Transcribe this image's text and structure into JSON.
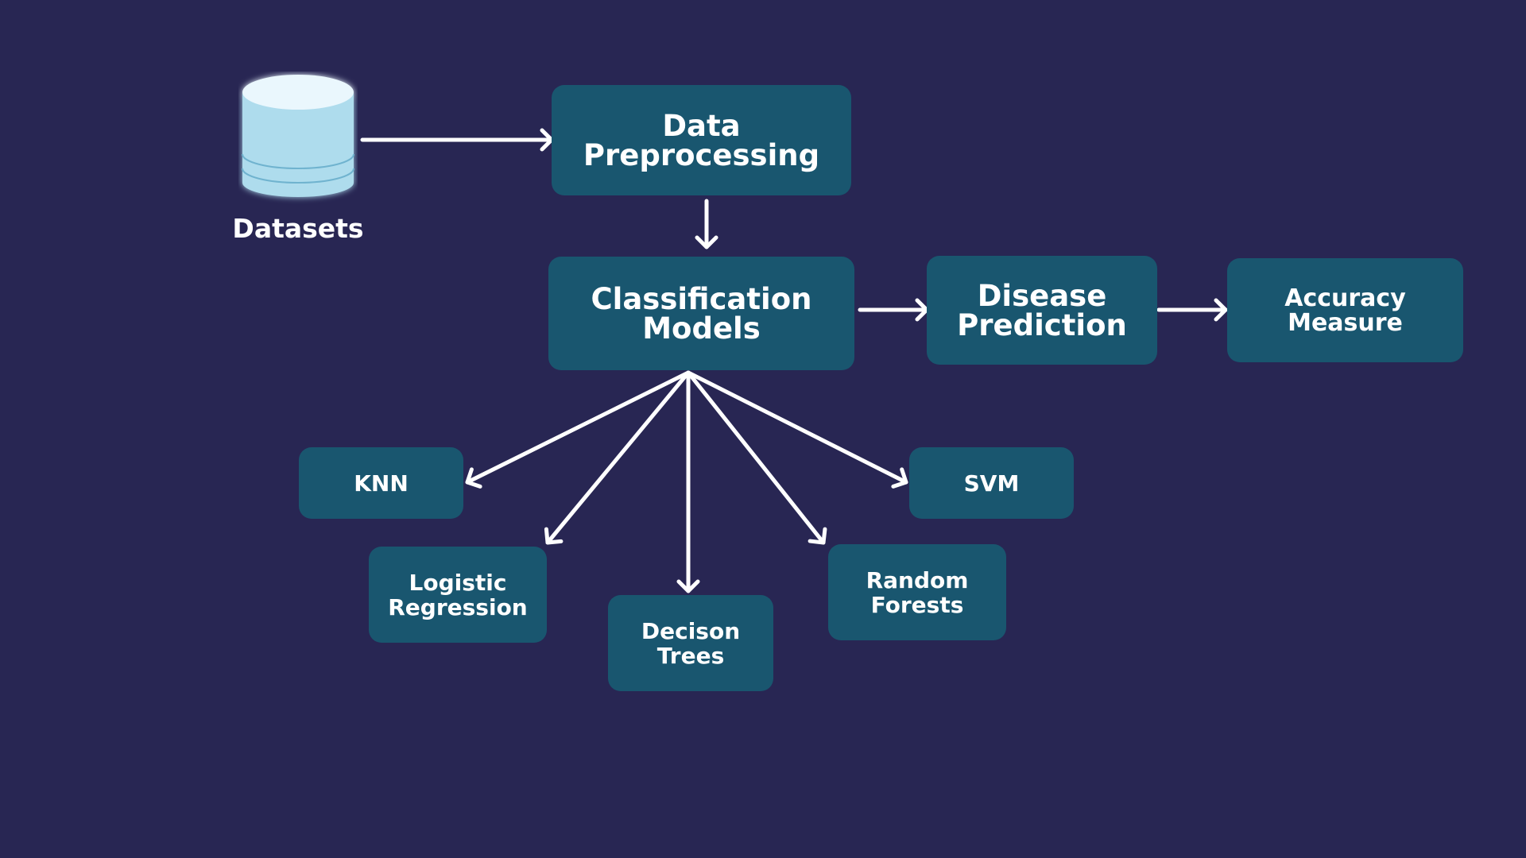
{
  "colors": {
    "background": "#282653",
    "node_fill": "#19566f",
    "arrow": "#ffffff",
    "database_body": "#aedced",
    "database_top": "#eaf7fd",
    "database_edge": "#6fb3cf"
  },
  "icons": {
    "datasets": "database-icon"
  },
  "datasets_label": "Datasets",
  "nodes": {
    "data_preprocessing": "Data\nPreprocessing",
    "classification_models": "Classification\nModels",
    "disease_prediction": "Disease\nPrediction",
    "accuracy_measure": "Accuracy\nMeasure",
    "knn": "KNN",
    "svm": "SVM",
    "logistic_regression": "Logistic\nRegression",
    "decision_trees": "Decison\nTrees",
    "random_forests": "Random\nForests"
  },
  "edges": [
    [
      "datasets",
      "data_preprocessing"
    ],
    [
      "data_preprocessing",
      "classification_models"
    ],
    [
      "classification_models",
      "disease_prediction"
    ],
    [
      "disease_prediction",
      "accuracy_measure"
    ],
    [
      "classification_models",
      "knn"
    ],
    [
      "classification_models",
      "logistic_regression"
    ],
    [
      "classification_models",
      "decision_trees"
    ],
    [
      "classification_models",
      "random_forests"
    ],
    [
      "classification_models",
      "svm"
    ]
  ]
}
